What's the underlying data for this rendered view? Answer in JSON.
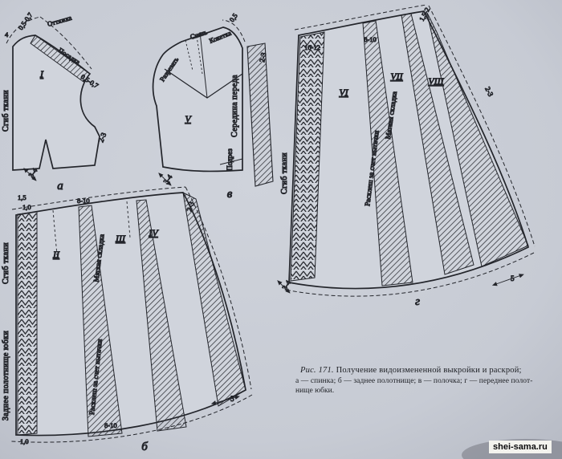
{
  "page": {
    "background": "#c7cbd4",
    "ink": "#23252b"
  },
  "watermark": {
    "text": "shei-sama.ru"
  },
  "caption": {
    "fig_label": "Рис. 171.",
    "title": "Получение видоизмененной выкройки и раскрой;",
    "line2": "а — спинка; б — заднее полотнище; в — полочка; г — переднее полот-",
    "line3": "нище юбки."
  },
  "piece_a": {
    "letter": "а",
    "numeral": "I",
    "fold_label": "Сгиб ткани",
    "neck_label": "Оттяжка",
    "shoulder_label": "Посадка",
    "m_cb": "4",
    "m_top": "0,5-0,7",
    "m_shoulder": "0,5-0,7",
    "m_side": "2-3",
    "m_hem": "3-4"
  },
  "piece_v": {
    "letter": "в",
    "numeral": "V",
    "cut_label": "Разрезать",
    "remove_label": "Снять",
    "yoke_label": "Кокетка",
    "cf_label": "Середина переда",
    "undercut_label": "Подрез",
    "m_neck": "0,5",
    "m_strip": "2-3",
    "m_hem": "3-4"
  },
  "piece_b": {
    "letter": "б",
    "numerals": [
      "II",
      "III",
      "IV"
    ],
    "fold_label": "Сгиб ткани",
    "panel_label": "Заднее полотнище юбки",
    "pleat_label": "Мягкая складка",
    "flare_label": "Расклеш за счет вытачки",
    "m_top_seam": "1,5",
    "m_fold_top": "1,0",
    "m_insert_top": "8-10",
    "m_side": "2-3",
    "m_insert_hem": "8-10",
    "m_hem_side": "5",
    "m_fold_hem": "1,0"
  },
  "piece_g": {
    "letter": "г",
    "numerals": [
      "VI",
      "VII",
      "VIII"
    ],
    "fold_label": "Сгиб ткани",
    "pleat_label": "Мягкая складка",
    "flare_label": "Расклеш за счет вытачки",
    "m_fold_top": "10-12",
    "m_insert_top": "8-10",
    "m_strip_top": "1,5-2",
    "m_side": "2-3",
    "m_hem_left": "3-4",
    "m_hem_side": "5"
  }
}
